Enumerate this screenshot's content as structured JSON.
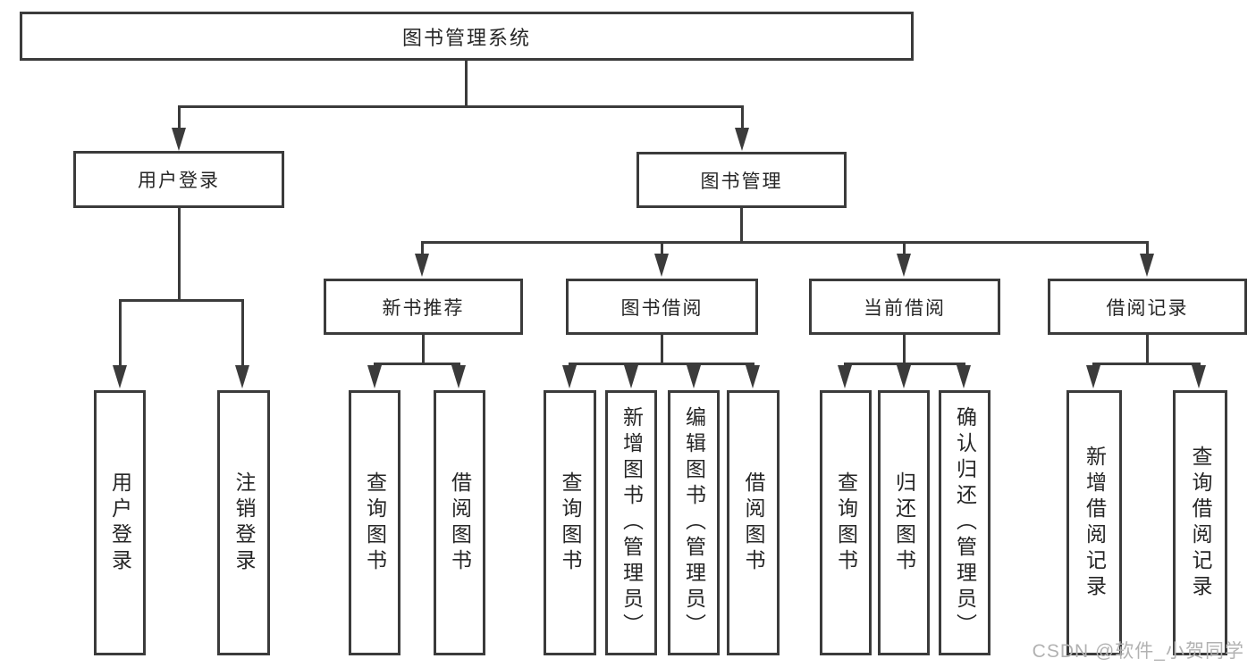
{
  "diagram": {
    "root": {
      "label": "图书管理系统"
    },
    "level1": [
      {
        "label": "用户登录"
      },
      {
        "label": "图书管理"
      }
    ],
    "level2": [
      {
        "label": "新书推荐"
      },
      {
        "label": "图书借阅"
      },
      {
        "label": "当前借阅"
      },
      {
        "label": "借阅记录"
      }
    ],
    "leaves": {
      "user_login": [
        {
          "label": "用户登录"
        },
        {
          "label": "注销登录"
        }
      ],
      "new_books": [
        {
          "label": "查询图书"
        },
        {
          "label": "借阅图书"
        }
      ],
      "book_borrow": [
        {
          "label": "查询图书"
        },
        {
          "label": "新增图书（管理员）"
        },
        {
          "label": "编辑图书（管理员）"
        },
        {
          "label": "借阅图书"
        }
      ],
      "current_borrow": [
        {
          "label": "查询图书"
        },
        {
          "label": "归还图书"
        },
        {
          "label": "确认归还（管理员）"
        }
      ],
      "borrow_records": [
        {
          "label": "新增借阅记录"
        },
        {
          "label": "查询借阅记录"
        }
      ]
    }
  },
  "watermark": {
    "text": "CSDN @软件_小贺同学"
  },
  "colors": {
    "line": "#3b3b3b",
    "text": "#262626",
    "watermark": "#b2b2b2",
    "background": "#ffffff"
  }
}
